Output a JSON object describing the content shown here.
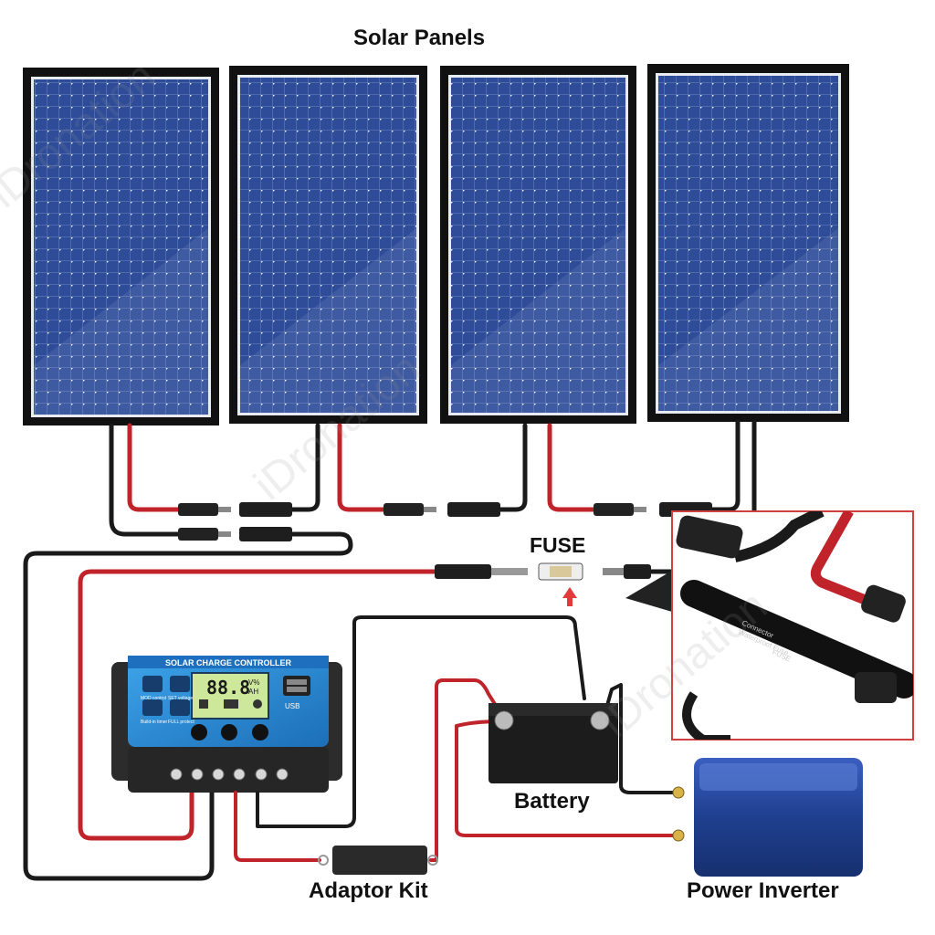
{
  "labels": {
    "solar_panels": "Solar Panels",
    "fuse": "FUSE",
    "battery": "Battery",
    "adaptor_kit": "Adaptor Kit",
    "power_inverter": "Power Inverter"
  },
  "controller": {
    "title": "SOLAR CHARGE CONTROLLER",
    "lcd_digits": "88.8",
    "unit_top": "V%",
    "unit_bottom": "AH",
    "usb_label": "USB",
    "button_mode": "MOD control",
    "button_set": "SET voltage",
    "button_build": "Build-in timer",
    "button_full": "FULL protect"
  },
  "fuse_closeup": {
    "text_line1": "Connector",
    "text_line2": "Waterproof Fuse",
    "text_line3": "FUSE"
  },
  "watermark": "iDronation",
  "colors": {
    "panel_blue": "#2f4f9c",
    "red_wire": "#c0232a",
    "black_wire": "#1a1a1a",
    "controller_blue": "#2a8fd6",
    "inverter_blue": "#1f3f8f",
    "inset_border": "#d04040"
  }
}
